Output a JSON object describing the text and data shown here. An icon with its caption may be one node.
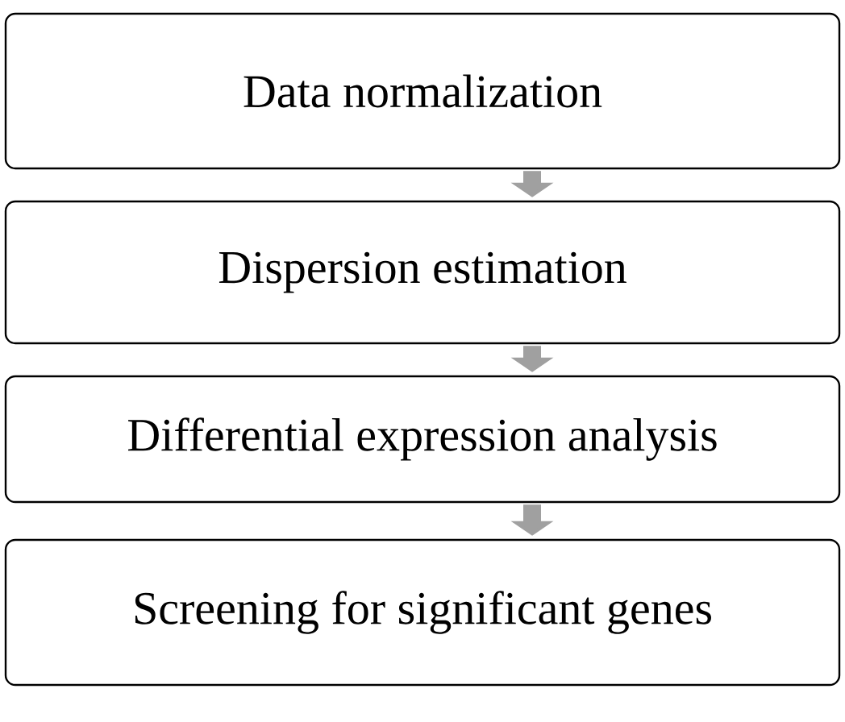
{
  "diagram": {
    "nodes": [
      {
        "text": [
          "Data normalization"
        ]
      },
      {
        "text": [
          "Dispersion estimation"
        ]
      },
      {
        "text": [
          "Differential expression analysis"
        ]
      },
      {
        "text": [
          "Screening for significant genes"
        ]
      }
    ],
    "edges": [
      {
        "from": 0,
        "to": 1,
        "arrow": "to"
      },
      {
        "from": 1,
        "to": 2,
        "arrow": "to"
      },
      {
        "from": 2,
        "to": 3,
        "arrow": "to"
      }
    ]
  }
}
